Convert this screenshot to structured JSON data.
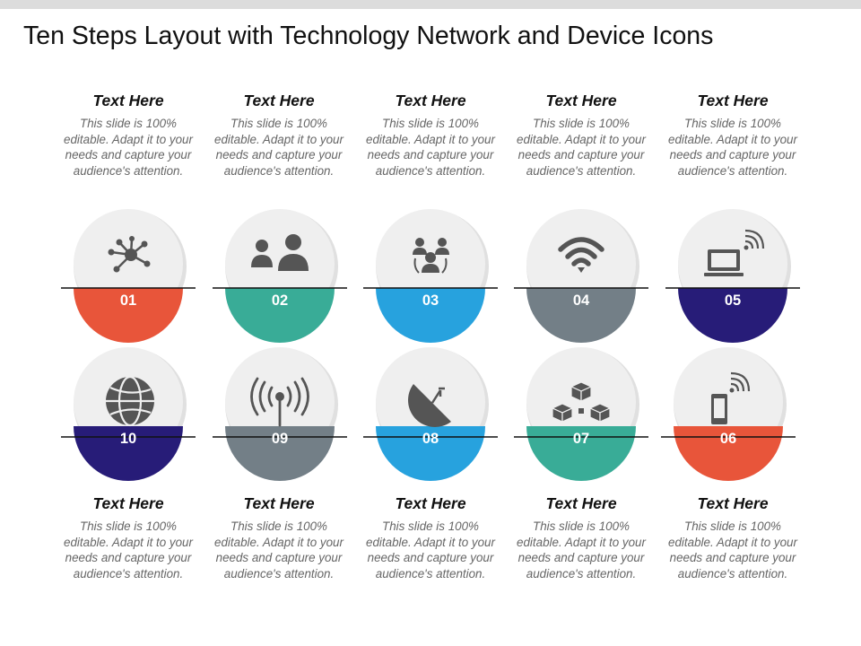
{
  "title": "Ten Steps Layout with Technology Network and Device Icons",
  "colors": {
    "orange": "#e8553a",
    "teal": "#39ac97",
    "blue": "#27a2de",
    "gray": "#737f87",
    "navy": "#271c78",
    "icon": "#555555",
    "circle": "#efefef"
  },
  "steps": [
    {
      "number": "01",
      "color": "#e8553a",
      "icon": "network-nodes-icon",
      "heading": "Text Here",
      "body": "This slide is 100% editable. Adapt it to your needs and capture your audience's attention."
    },
    {
      "number": "02",
      "color": "#39ac97",
      "icon": "users-icon",
      "heading": "Text Here",
      "body": "This slide is 100% editable. Adapt it to your needs and capture your audience's attention."
    },
    {
      "number": "03",
      "color": "#27a2de",
      "icon": "team-group-icon",
      "heading": "Text Here",
      "body": "This slide is 100% editable. Adapt it to your needs and capture your audience's attention."
    },
    {
      "number": "04",
      "color": "#737f87",
      "icon": "wifi-icon",
      "heading": "Text Here",
      "body": "This slide is 100% editable. Adapt it to your needs and capture your audience's attention."
    },
    {
      "number": "05",
      "color": "#271c78",
      "icon": "laptop-wireless-icon",
      "heading": "Text Here",
      "body": "This slide is 100% editable. Adapt it to your needs and capture your audience's attention."
    },
    {
      "number": "06",
      "color": "#e8553a",
      "icon": "mobile-signal-icon",
      "heading": "Text Here",
      "body": "This slide is 100% editable. Adapt it to your needs and capture your audience's attention."
    },
    {
      "number": "07",
      "color": "#39ac97",
      "icon": "connected-cubes-icon",
      "heading": "Text Here",
      "body": "This slide is 100% editable. Adapt it to your needs and capture your audience's attention."
    },
    {
      "number": "08",
      "color": "#27a2de",
      "icon": "satellite-dish-icon",
      "heading": "Text Here",
      "body": "This slide is 100% editable. Adapt it to your needs and capture your audience's attention."
    },
    {
      "number": "09",
      "color": "#737f87",
      "icon": "radio-antenna-icon",
      "heading": "Text Here",
      "body": "This slide is 100% editable. Adapt it to your needs and capture your audience's attention."
    },
    {
      "number": "10",
      "color": "#271c78",
      "icon": "globe-icon",
      "heading": "Text Here",
      "body": "This slide is 100% editable. Adapt it to your needs and capture your audience's attention."
    }
  ]
}
